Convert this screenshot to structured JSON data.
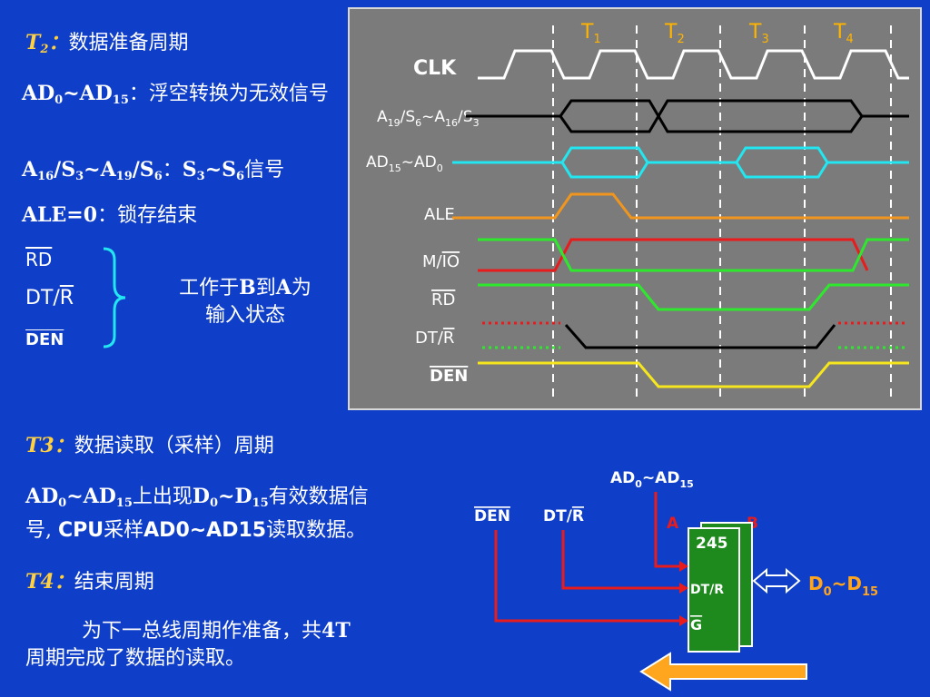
{
  "left": {
    "t2_label": "T2：",
    "t2_desc": "数据准备周期",
    "ad_line_a": "AD",
    "ad_sub0": "0",
    "ad_tilde": "~AD",
    "ad_sub15": "15",
    "ad_rest": "：浮空转换为无效信号",
    "a16_line": "A16/S3~A19/S6：S3~S6信号",
    "ale_line": "ALE=0：锁存结束",
    "rd_label": "RD",
    "dtr_label": "DT/R",
    "den_label": "DEN",
    "brace_text_1": "工作于B到A为",
    "brace_text_2": "输入状态",
    "t3_label": "T3：",
    "t3_desc": "数据读取（采样）周期",
    "t3_line1": "AD0~AD15上出现D0~D15有效数据信",
    "t3_line2": "号, CPU采样AD0~AD15读取数据。",
    "t4_label": "T4：",
    "t4_desc": "结束周期",
    "end_line1": "为下一总线周期作准备，共4T",
    "end_line2": "周期完成了数据的读取。"
  },
  "timing": {
    "t1": "T1",
    "t2": "T2",
    "t3": "T3",
    "t4": "T4",
    "clk": "CLK",
    "a_s": "A19/S6~A16/S3",
    "ad": "AD15~AD0",
    "ale": "ALE",
    "mio": "M/IO",
    "rd": "RD",
    "dtr": "DT/R",
    "den": "DEN"
  },
  "schematic": {
    "ad_top": "AD0~AD15",
    "den": "DEN",
    "dtr": "DT/R",
    "a": "A",
    "b": "B",
    "chip": "245",
    "chip_dtr": "DT/R",
    "chip_g": "G",
    "data_bus": "D0~D15"
  },
  "colors": {
    "background": "#0f3ec8",
    "panel": "#7b7b7b",
    "cyan": "#22e6f0",
    "orange": "#f0961e",
    "red": "#e81c1c",
    "green": "#2ee82e",
    "yellow": "#f5e61e",
    "chip_green": "#1e8a1e",
    "arrow_orange": "#ffa51e",
    "t_label": "#ffb400"
  }
}
